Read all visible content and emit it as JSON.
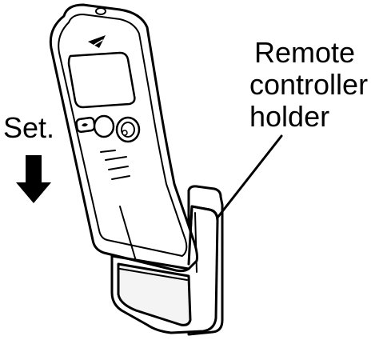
{
  "callout": {
    "lines": [
      "Remote",
      "controller",
      "holder"
    ]
  },
  "instruction": {
    "label": "Set."
  },
  "icons": {
    "arrow": "down-arrow-icon",
    "logo": "brand-logo-mark"
  },
  "colors": {
    "ink": "#000000",
    "paper": "#ffffff",
    "remote_body": "#ffffff",
    "holder_inner": "#f2f2f2"
  }
}
